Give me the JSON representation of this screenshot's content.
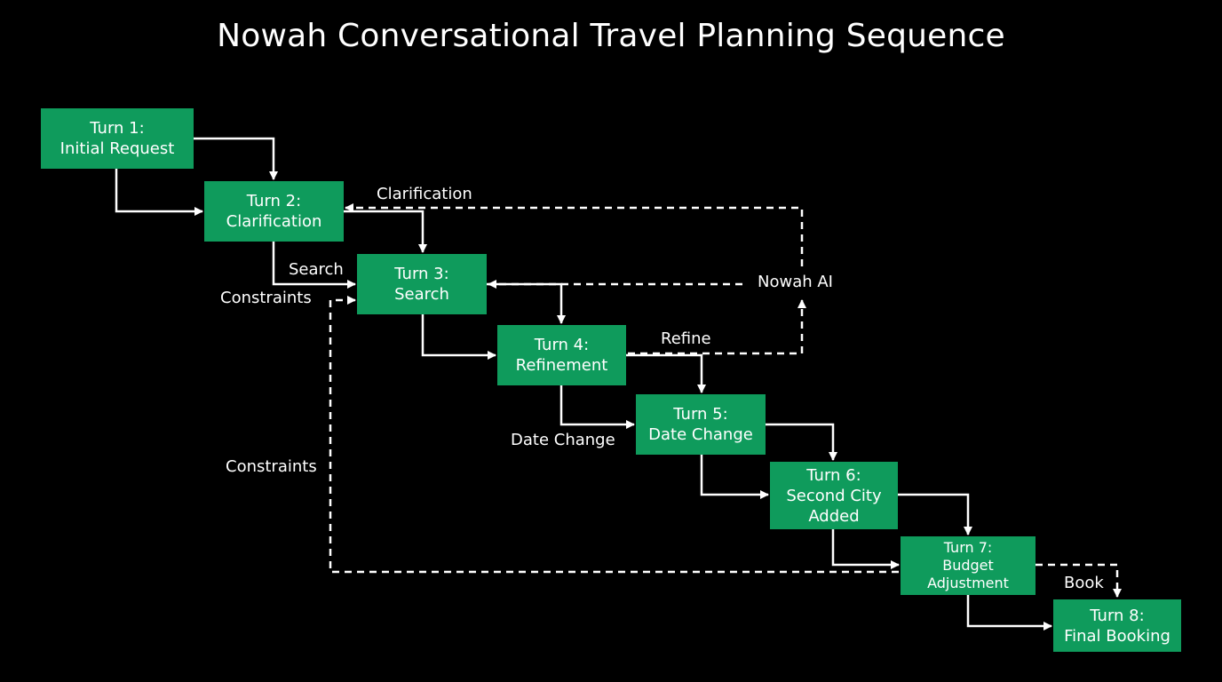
{
  "title": "Nowah Conversational Travel Planning Sequence",
  "colors": {
    "node_fill": "#0f9b5c",
    "background": "#000000",
    "line": "#ffffff"
  },
  "nodes": [
    {
      "id": "turn1",
      "line1": "Turn 1:",
      "line2": "Initial Request"
    },
    {
      "id": "turn2",
      "line1": "Turn 2:",
      "line2": "Clarification"
    },
    {
      "id": "turn3",
      "line1": "Turn 3:",
      "line2": "Search"
    },
    {
      "id": "turn4",
      "line1": "Turn 4:",
      "line2": "Refinement"
    },
    {
      "id": "turn5",
      "line1": "Turn 5:",
      "line2": "Date Change"
    },
    {
      "id": "turn6",
      "line1": "Turn 6:",
      "line2": "Second City",
      "line3": "Added"
    },
    {
      "id": "turn7",
      "line1": "Turn 7:",
      "line2": "Budget",
      "line3": "Adjustment"
    },
    {
      "id": "turn8",
      "line1": "Turn 8:",
      "line2": "Final Booking"
    }
  ],
  "agent": "Nowah AI",
  "labels": {
    "clarification": "Clarification",
    "search": "Search",
    "constraints_top": "Constraints",
    "refine": "Refine",
    "date_change": "Date Change",
    "constraints_left": "Constraints",
    "book": "Book"
  }
}
